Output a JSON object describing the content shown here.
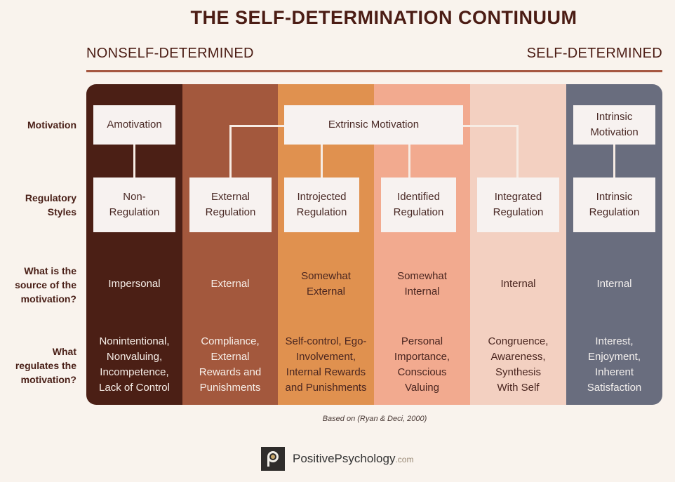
{
  "title": "THE SELF-DETERMINATION CONTINUUM",
  "continuum": {
    "left_label": "NONSELF-DETERMINED",
    "right_label": "SELF-DETERMINED"
  },
  "row_labels": {
    "motivation": "Motivation",
    "regulatory_styles_1": "Regulatory",
    "regulatory_styles_2": "Styles",
    "source_1": "What is the",
    "source_2": "source of the",
    "source_3": "motivation?",
    "regulates_1": "What",
    "regulates_2": "regulates the",
    "regulates_3": "motivation?"
  },
  "colors": {
    "col1": "#4b1f15",
    "col2": "#a3583d",
    "col3": "#e0914f",
    "col4": "#f2aa8f",
    "col5": "#f3d0c1",
    "col6": "#696d7e",
    "box": "#f7f2f0",
    "rule": "#a65740"
  },
  "motivation_boxes": {
    "amotivation": "Amotivation",
    "extrinsic": "Extrinsic Motivation",
    "intrinsic_1": "Intrinsic",
    "intrinsic_2": "Motivation"
  },
  "columns": [
    {
      "reg_1": "Non-",
      "reg_2": "Regulation",
      "source_1": "Impersonal",
      "source_2": "",
      "regulates": [
        "Nonintentional,",
        "Nonvaluing,",
        "Incompetence,",
        "Lack of Control"
      ]
    },
    {
      "reg_1": "External",
      "reg_2": "Regulation",
      "source_1": "External",
      "source_2": "",
      "regulates": [
        "Compliance,",
        "External",
        "Rewards and",
        "Punishments"
      ]
    },
    {
      "reg_1": "Introjected",
      "reg_2": "Regulation",
      "source_1": "Somewhat",
      "source_2": "External",
      "regulates": [
        "Self-control, Ego-",
        "Involvement,",
        "Internal Rewards",
        "and Punishments"
      ]
    },
    {
      "reg_1": "Identified",
      "reg_2": "Regulation",
      "source_1": "Somewhat",
      "source_2": "Internal",
      "regulates": [
        "Personal",
        "Importance,",
        "Conscious",
        "Valuing"
      ]
    },
    {
      "reg_1": "Integrated",
      "reg_2": "Regulation",
      "source_1": "Internal",
      "source_2": "",
      "regulates": [
        "Congruence,",
        "Awareness,",
        "Synthesis",
        "With Self"
      ]
    },
    {
      "reg_1": "Intrinsic",
      "reg_2": "Regulation",
      "source_1": "Internal",
      "source_2": "",
      "regulates": [
        "Interest,",
        "Enjoyment,",
        "Inherent",
        "Satisfaction"
      ]
    }
  ],
  "caption": "Based on (Ryan & Deci, 2000)",
  "brand": {
    "name": "PositivePsychology",
    "tld": ".com"
  }
}
